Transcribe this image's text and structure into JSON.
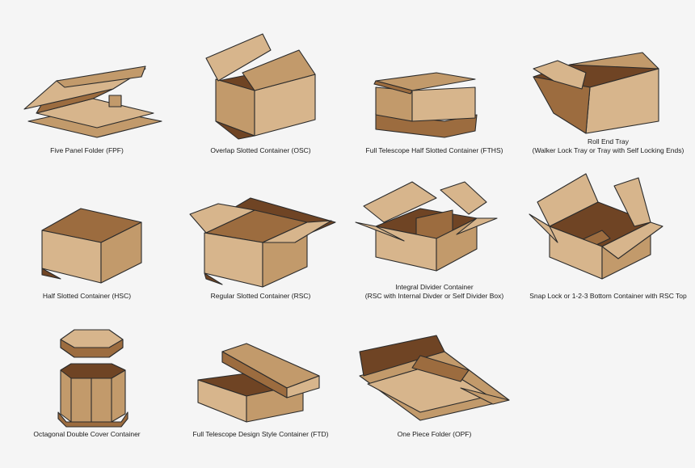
{
  "colors": {
    "background": "#f5f5f5",
    "cardboard_light": "#d7b58c",
    "cardboard_mid": "#c29a6b",
    "cardboard_dark": "#9c6c3f",
    "cardboard_shadow": "#6f4424",
    "outline": "#2b2b2b"
  },
  "boxes": [
    {
      "caption": [
        "Five Panel Folder (FPF)"
      ]
    },
    {
      "caption": [
        "Overlap Slotted Container (OSC)"
      ]
    },
    {
      "caption": [
        "Full Telescope Half Slotted Container (FTHS)"
      ]
    },
    {
      "caption": [
        "Roll End Tray",
        "(Walker Lock Tray or Tray with Self Locking Ends)"
      ]
    },
    {
      "caption": [
        "Half Slotted Container (HSC)"
      ]
    },
    {
      "caption": [
        "Regular Slotted Container (RSC)"
      ]
    },
    {
      "caption": [
        "Integral Divider Container",
        "(RSC with Internal Divder or Self Divider Box)"
      ]
    },
    {
      "caption": [
        "Snap Lock or 1-2-3 Bottom Container with RSC Top"
      ]
    },
    {
      "caption": [
        "Octagonal Double Cover Container"
      ]
    },
    {
      "caption": [
        "Full Telescope Design Style Container (FTD)"
      ]
    },
    {
      "caption": [
        "One Piece Folder (OPF)"
      ]
    }
  ]
}
